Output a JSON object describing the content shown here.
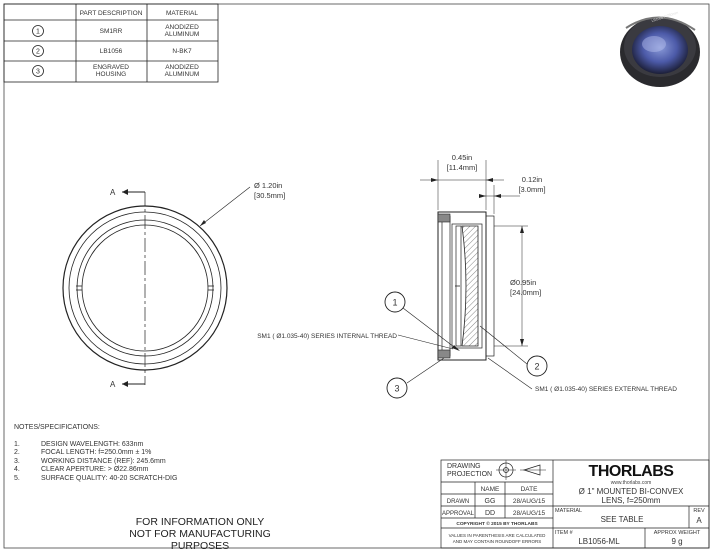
{
  "parts_table": {
    "headers": [
      "PART DESCRIPTION",
      "MATERIAL"
    ],
    "rows": [
      {
        "item": "1",
        "description": "SM1RR",
        "material": [
          "ANODIZED",
          "ALUMINUM"
        ]
      },
      {
        "item": "2",
        "description": "LB1056",
        "material": [
          "N-BK7"
        ]
      },
      {
        "item": "3",
        "description": [
          "ENGRAVED",
          "HOUSING"
        ],
        "material": [
          "ANODIZED",
          "ALUMINUM"
        ]
      }
    ]
  },
  "front_view": {
    "section_label_top": "A",
    "section_label_bottom": "A",
    "diameter_in": "Ø 1.20in",
    "diameter_mm": "[30.5mm]"
  },
  "side_view": {
    "width_in": "0.45in",
    "width_mm": "[11.4mm]",
    "lip_in": "0.12in",
    "lip_mm": "[3.0mm]",
    "aperture_in": "Ø0.95in",
    "aperture_mm": "[24.0mm]",
    "callout_1": "1",
    "callout_2": "2",
    "callout_3": "3",
    "internal_thread": "SM1 ( Ø1.035-40) SERIES INTERNAL THREAD",
    "external_thread": "SM1 ( Ø1.035-40) SERIES EXTERNAL THREAD"
  },
  "notes": {
    "title": "NOTES/SPECIFICATIONS:",
    "items": [
      {
        "num": "1.",
        "text": "DESIGN WAVELENGTH: 633nm"
      },
      {
        "num": "2.",
        "text": "FOCAL LENGTH: f=250.0mm ± 1%"
      },
      {
        "num": "3.",
        "text": "WORKING DISTANCE (REF): 245.6mm"
      },
      {
        "num": "4.",
        "text": "CLEAR APERTURE: > Ø22.86mm"
      },
      {
        "num": "5.",
        "text": "SURFACE QUALITY: 40-20 SCRATCH-DIG"
      }
    ]
  },
  "disclaimer": [
    "FOR INFORMATION ONLY",
    "NOT FOR MANUFACTURING PURPOSES"
  ],
  "title_block": {
    "drawing_projection": [
      "DRAWING",
      "PROJECTION"
    ],
    "name_header": "NAME",
    "date_header": "DATE",
    "drawn_label": "DRAWN",
    "drawn_name": "GG",
    "drawn_date": "28/AUG/15",
    "approval_label": "APPROVAL",
    "approval_name": "DD",
    "approval_date": "28/AUG/15",
    "copyright": "COPYRIGHT © 2015 BY THORLABS",
    "values_note": [
      "VALUES IN PARENTHESIS ARE CALCULATED",
      "AND MAY CONTAIN ROUNDOFF ERRORS"
    ],
    "logo": "THORLABS",
    "website": "www.thorlabs.com",
    "title_line1": "Ø 1\" MOUNTED BI-CONVEX",
    "title_line2": "LENS, f=250mm",
    "material_label": "MATERIAL",
    "material_value": "SEE TABLE",
    "rev_label": "REV",
    "rev_value": "A",
    "item_label": "ITEM #",
    "item_value": "LB1056-ML",
    "weight_label": "APPROX WEIGHT",
    "weight_value": "9 g"
  }
}
